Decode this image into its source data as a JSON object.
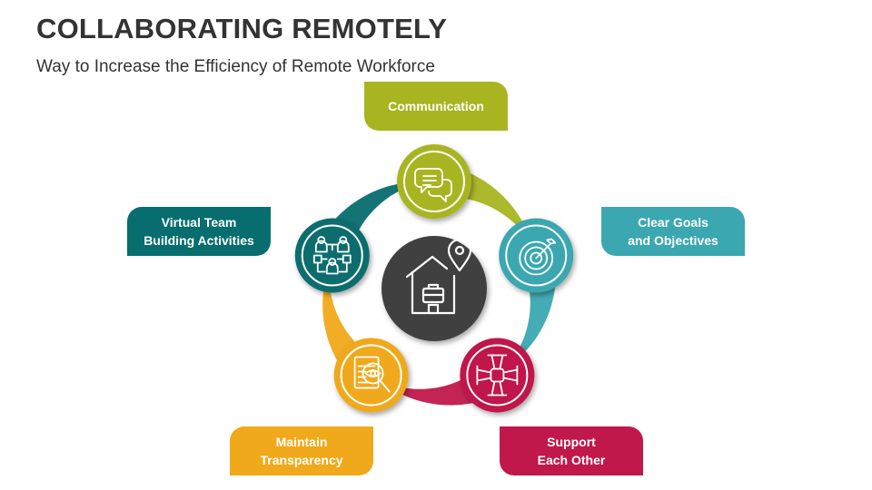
{
  "header": {
    "title": "COLLABORATING REMOTELY",
    "subtitle": "Way to Increase the Efficiency of Remote Workforce"
  },
  "center": {
    "icon": "home-office-location-icon",
    "color": "#404040"
  },
  "steps": [
    {
      "id": "communication",
      "label": "Communication",
      "color": "#A8B520",
      "icon": "chat-bubbles-icon"
    },
    {
      "id": "clear-goals",
      "label": "Clear Goals\nand Objectives",
      "color": "#3BA7B0",
      "icon": "target-icon"
    },
    {
      "id": "support",
      "label": "Support\nEach Other",
      "color": "#C0184A",
      "icon": "joined-hands-icon"
    },
    {
      "id": "transparency",
      "label": "Maintain\nTransparency",
      "color": "#F0A91A",
      "icon": "document-magnifier-icon"
    },
    {
      "id": "team-building",
      "label": "Virtual Team\nBuilding Activities",
      "color": "#076D6E",
      "icon": "team-network-icon"
    }
  ]
}
